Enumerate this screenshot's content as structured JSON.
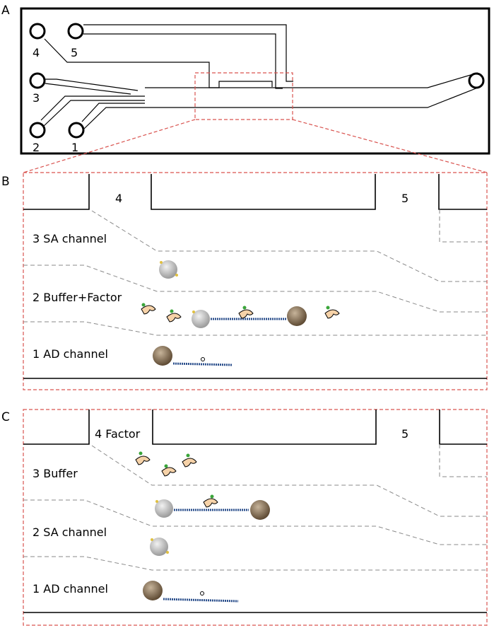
{
  "panel_a": {
    "letter": "A",
    "inlets": [
      {
        "id": "1",
        "label": "1"
      },
      {
        "id": "2",
        "label": "2"
      },
      {
        "id": "3",
        "label": "3"
      },
      {
        "id": "4",
        "label": "4"
      },
      {
        "id": "5",
        "label": "5"
      }
    ]
  },
  "panel_b": {
    "letter": "B",
    "port_left": "4",
    "port_right": "5",
    "lane_3": "3 SA channel",
    "lane_2": "2 Buffer+Factor",
    "lane_1": "1 AD channel"
  },
  "panel_c": {
    "letter": "C",
    "port_left": "4 Factor",
    "port_right": "5",
    "lane_3": "3 Buffer",
    "lane_2": "2 SA channel",
    "lane_1": "1 AD channel"
  },
  "colors": {
    "highlight": "#d9534f",
    "channel": "#000000",
    "lane_divider": "#8a8a8a",
    "sa_bead": "#c8c8c8",
    "ad_bead": "#8b7355",
    "dna": "#2b4f8c",
    "factor": "#f6d2a8",
    "factor_dot": "#3aa53a"
  }
}
